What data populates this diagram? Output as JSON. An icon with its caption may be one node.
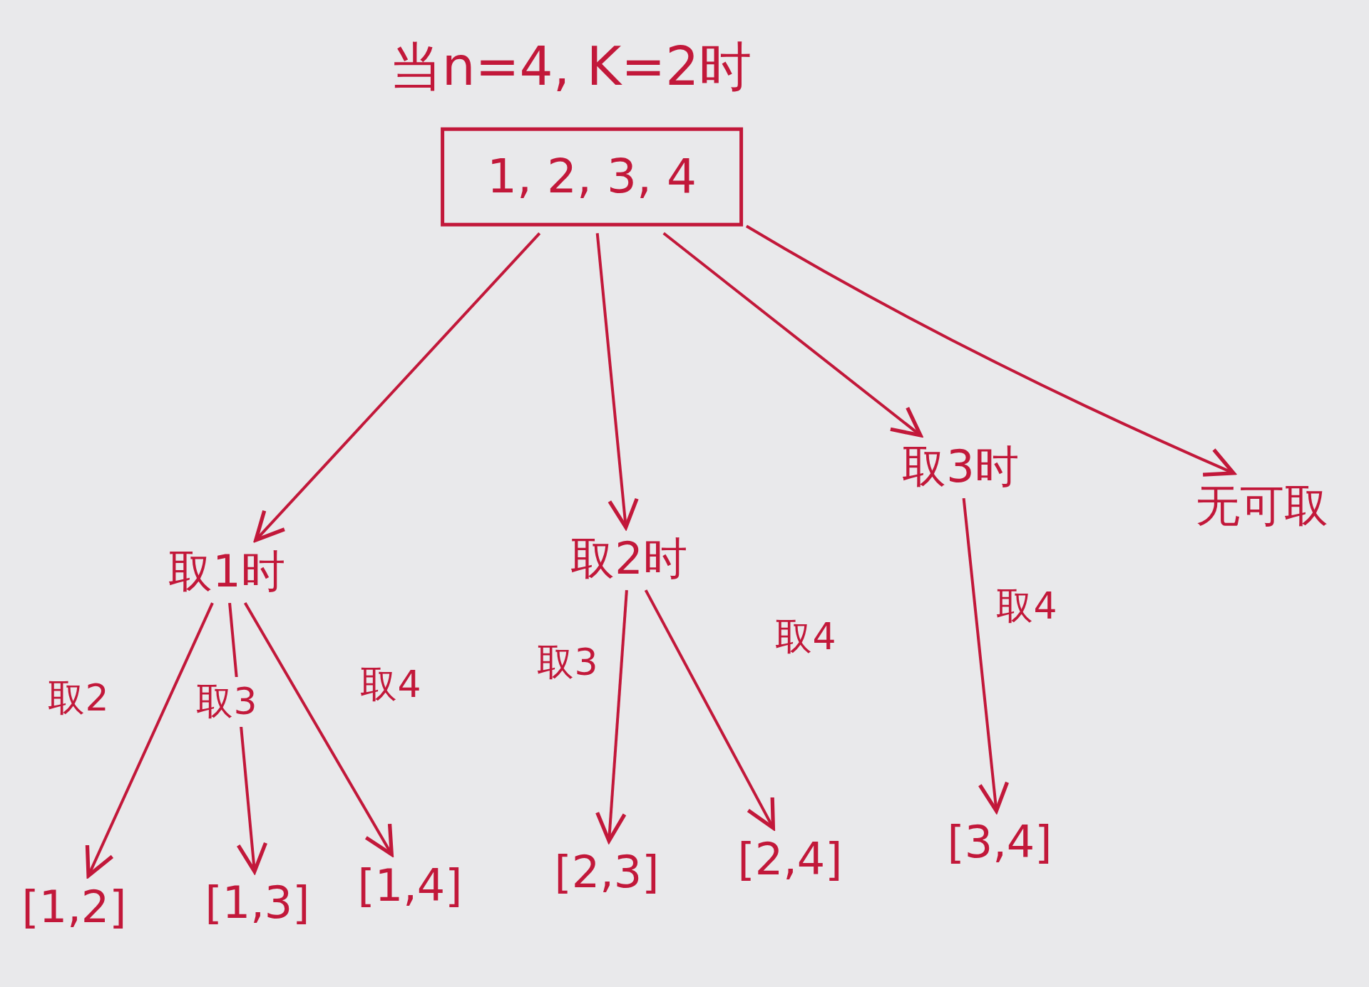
{
  "diagram": {
    "title": "当n=4, K=2时",
    "nodes": [
      {
        "text": [
          "1, 2, 3, 4"
        ]
      },
      {
        "text": [
          "取1时"
        ]
      },
      {
        "text": [
          "取2时"
        ]
      },
      {
        "text": [
          "取3时"
        ]
      },
      {
        "text": [
          "无可取"
        ]
      },
      {
        "text": [
          "[1,2]"
        ]
      },
      {
        "text": [
          "[1,3]"
        ]
      },
      {
        "text": [
          "[1,4]"
        ]
      },
      {
        "text": [
          "[2,3]"
        ]
      },
      {
        "text": [
          "[2,4]"
        ]
      },
      {
        "text": [
          "[3,4]"
        ]
      }
    ],
    "edges": [
      {
        "from": 0,
        "to": 1,
        "arrow": "to"
      },
      {
        "from": 0,
        "to": 2,
        "arrow": "to"
      },
      {
        "from": 0,
        "to": 3,
        "arrow": "to"
      },
      {
        "from": 0,
        "to": 4,
        "arrow": "to"
      },
      {
        "from": 1,
        "to": 5,
        "arrow": "to",
        "label": "取2"
      },
      {
        "from": 1,
        "to": 6,
        "arrow": "to",
        "label": "取3"
      },
      {
        "from": 1,
        "to": 7,
        "arrow": "to",
        "label": "取4"
      },
      {
        "from": 2,
        "to": 8,
        "arrow": "to",
        "label": "取3"
      },
      {
        "from": 2,
        "to": 9,
        "arrow": "to",
        "label": "取4"
      },
      {
        "from": 3,
        "to": 10,
        "arrow": "to",
        "label": "取4"
      }
    ]
  }
}
